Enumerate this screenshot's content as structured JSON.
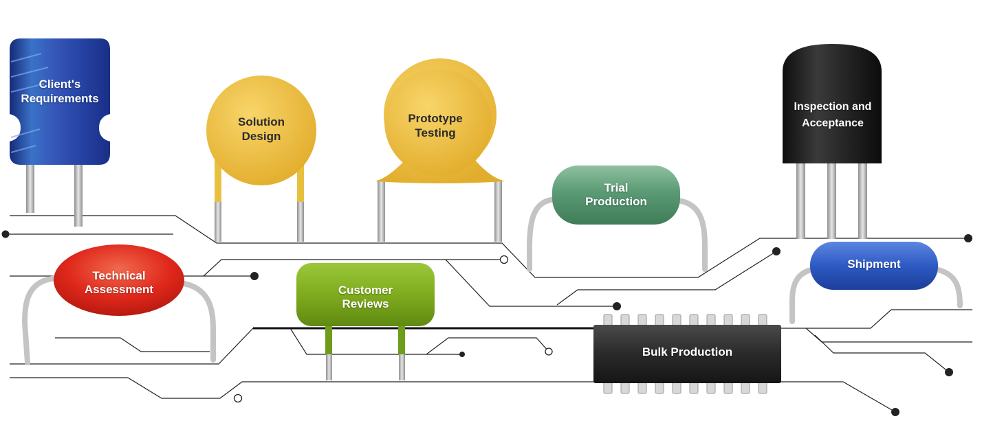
{
  "stages": {
    "clients_requirements": {
      "label": "Client's\nRequirements"
    },
    "solution_design": {
      "label": "Solution\nDesign"
    },
    "prototype_testing": {
      "label": "Prototype\nTesting"
    },
    "inspection_acceptance": {
      "label": "Inspection and\nAcceptance"
    },
    "trial_production": {
      "label": "Trial\nProduction"
    },
    "technical_assessment": {
      "label": "Technical\nAssessment"
    },
    "customer_reviews": {
      "label": "Customer\nReviews"
    },
    "shipment": {
      "label": "Shipment"
    },
    "bulk_production": {
      "label": "Bulk Production"
    }
  },
  "colors": {
    "inductor_blue": "#2440a0",
    "ceramic_yellow": "#f0bd3a",
    "trial_green": "#4f8f6a",
    "inspection_black": "#1e1e1e",
    "assessment_red": "#e0281c",
    "reviews_green": "#7fac1e",
    "shipment_blue": "#2450b8",
    "chip_dark": "#222222",
    "trace": "#222222",
    "lead": "#b8b8b8"
  }
}
